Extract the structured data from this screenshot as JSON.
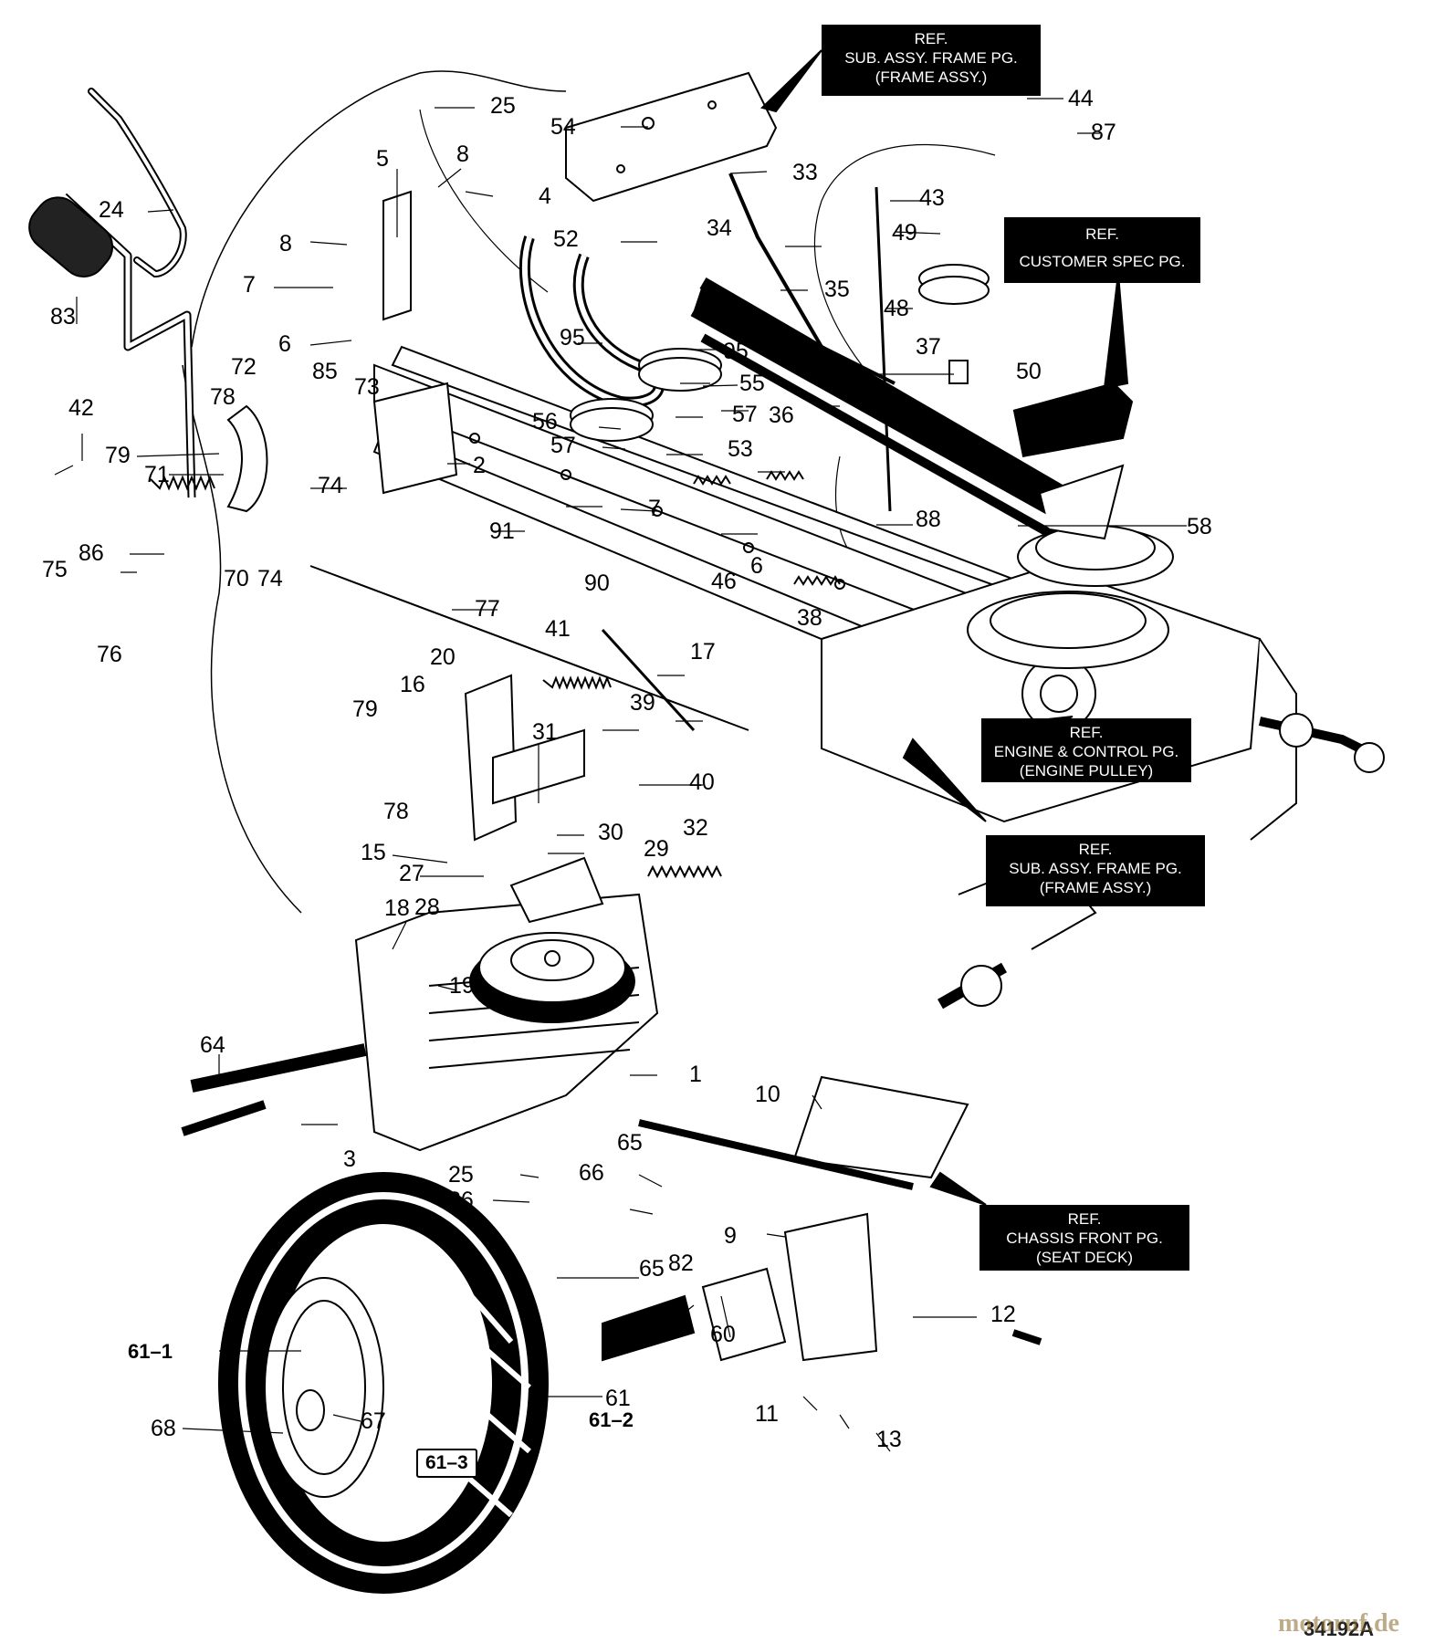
{
  "diagram": {
    "part_numbers": [
      "1",
      "2",
      "3",
      "4",
      "5",
      "6",
      "6",
      "7",
      "7",
      "8",
      "8",
      "9",
      "10",
      "11",
      "12",
      "13",
      "15",
      "16",
      "17",
      "18",
      "19",
      "20",
      "24",
      "25",
      "25",
      "26",
      "27",
      "28",
      "29",
      "30",
      "31",
      "32",
      "33",
      "34",
      "35",
      "36",
      "37",
      "38",
      "39",
      "40",
      "41",
      "42",
      "43",
      "44",
      "46",
      "48",
      "49",
      "50",
      "52",
      "53",
      "54",
      "55",
      "56",
      "57",
      "57",
      "58",
      "60",
      "61",
      "64",
      "65",
      "65",
      "66",
      "67",
      "68",
      "70",
      "71",
      "72",
      "73",
      "74",
      "74",
      "75",
      "76",
      "77",
      "78",
      "78",
      "79",
      "79",
      "82",
      "83",
      "85",
      "86",
      "87",
      "88",
      "90",
      "91",
      "95",
      "95"
    ],
    "wheel_parts": {
      "p611": "61–1",
      "p612": "61–2",
      "p613": "61–3"
    },
    "ref_frame_top": [
      "REF.",
      "SUB. ASSY. FRAME PG.",
      "(FRAME ASSY.)"
    ],
    "ref_customer": [
      "REF.",
      "CUSTOMER SPEC PG."
    ],
    "ref_engine": [
      "REF.",
      "ENGINE & CONTROL PG.",
      "(ENGINE PULLEY)"
    ],
    "ref_frame_mid": [
      "REF.",
      "SUB. ASSY. FRAME PG.",
      "(FRAME ASSY.)"
    ],
    "ref_chassis": [
      "REF.",
      "CHASSIS FRONT PG.",
      "(SEAT DECK)"
    ],
    "drawing_code": "34192A",
    "watermark": "motoruf.de"
  }
}
